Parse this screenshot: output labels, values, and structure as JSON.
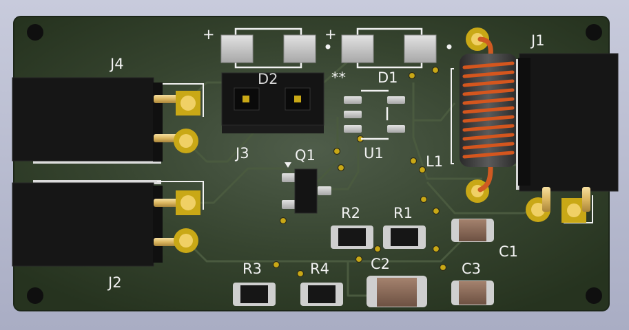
{
  "board": {
    "colors": {
      "soldermask": "#2d3b2c",
      "silkscreen": "#f2f2f2",
      "copper_gold": "#d4b21a",
      "pad_silver": "#c9c9c9",
      "connector_black": "#161616",
      "pin_gold": "#e2c070",
      "coil_copper": "#d4561e",
      "ceramic_cap": "#8a6a58"
    },
    "designators": {
      "j1": "J1",
      "j2": "J2",
      "j3": "J3",
      "j4": "J4",
      "q1": "Q1",
      "u1": "U1",
      "l1": "L1",
      "d1": "D1",
      "d2": "D2",
      "r1": "R1",
      "r2": "R2",
      "r3": "R3",
      "r4": "R4",
      "c1": "C1",
      "c2": "C2",
      "c3": "C3"
    },
    "markings": {
      "plus_d2": "+",
      "plus_d1": "+",
      "stars": "**"
    },
    "icons": [
      "mounting-hole-icon",
      "pin1-triangle-icon"
    ]
  }
}
